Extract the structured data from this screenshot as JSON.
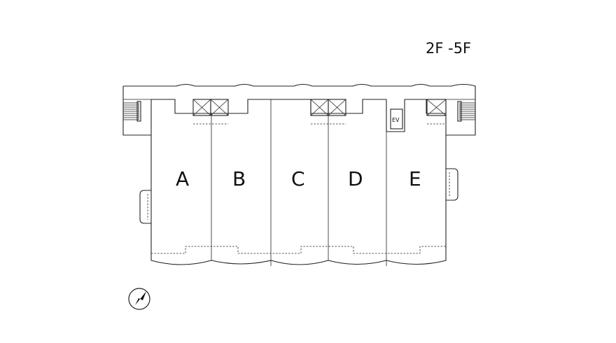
{
  "floor_range": "2F -5F",
  "units": [
    {
      "id": "unit-a",
      "label": "A"
    },
    {
      "id": "unit-b",
      "label": "B"
    },
    {
      "id": "unit-c",
      "label": "C"
    },
    {
      "id": "unit-d",
      "label": "D"
    },
    {
      "id": "unit-e",
      "label": "E"
    }
  ],
  "elevator_label": "EV",
  "icons": {
    "compass": "north-arrow-icon",
    "stairs": "stairs-icon",
    "shaft": "pipe-shaft-icon"
  }
}
